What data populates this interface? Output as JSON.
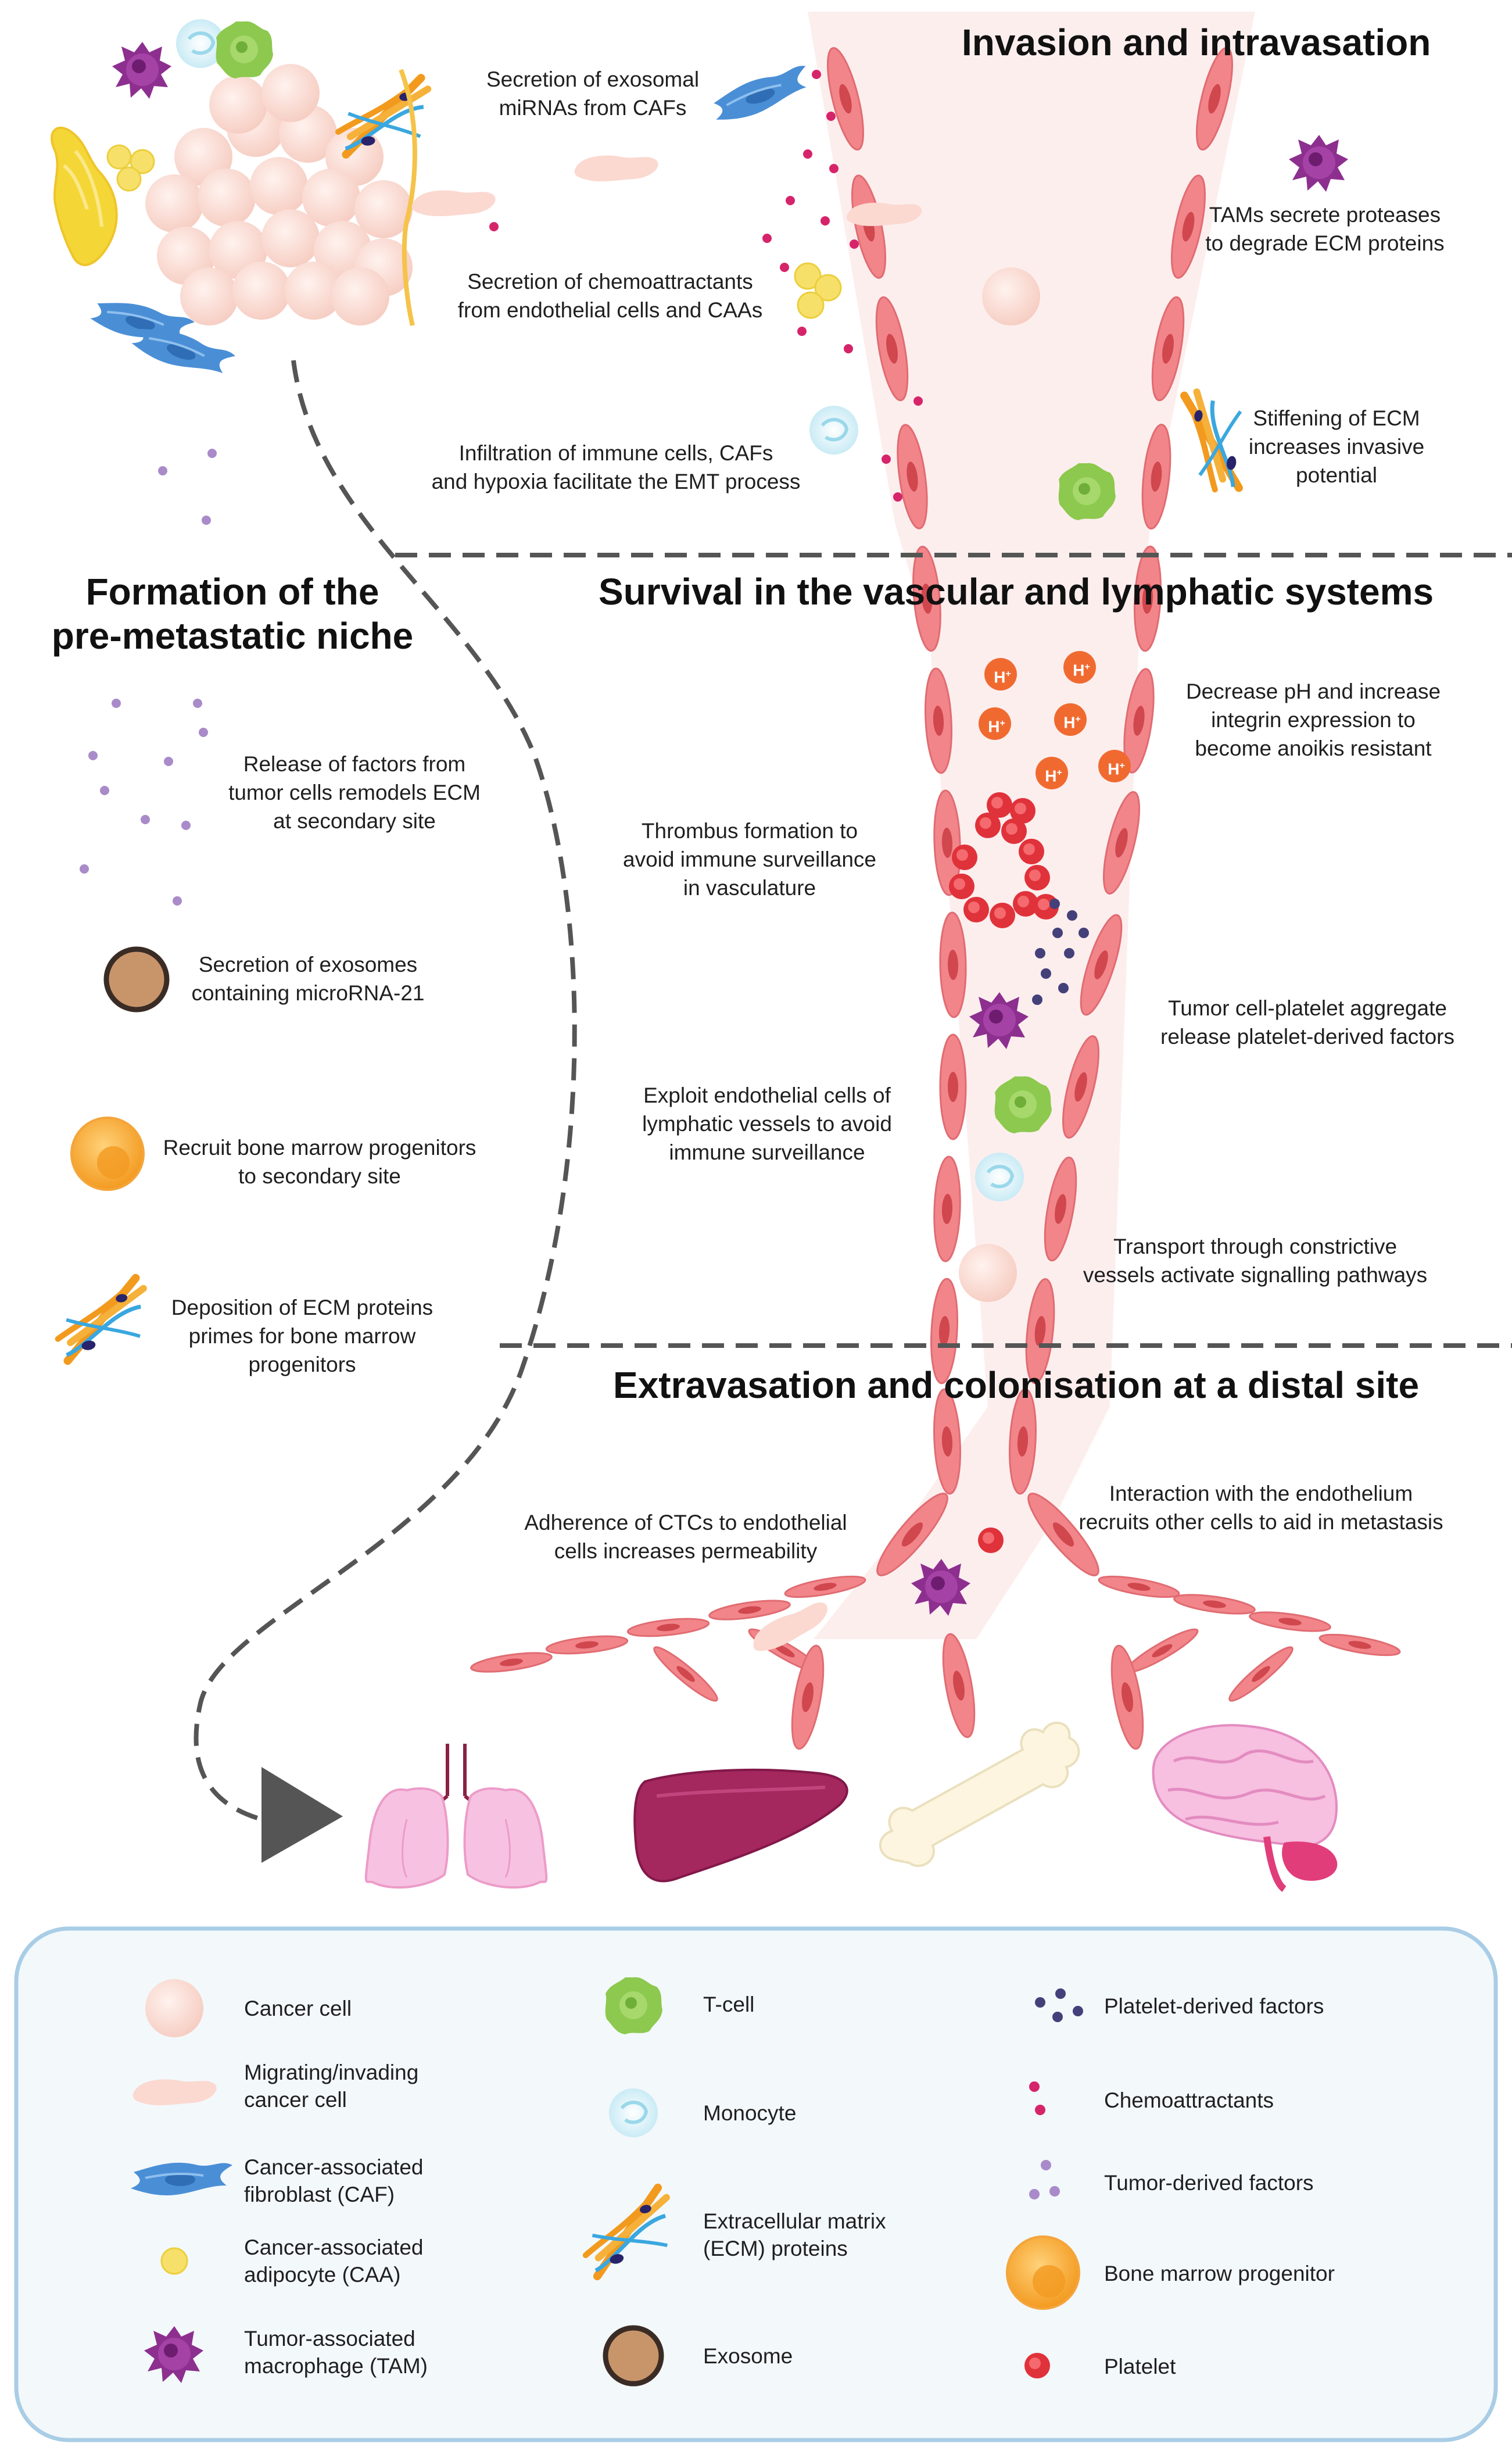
{
  "sections": {
    "invasion": {
      "title": "Invasion and intravasation",
      "labels": [
        "Secretion of exosomal\nmiRNAs from CAFs",
        "Secretion of chemoattractants\nfrom endothelial cells and CAAs",
        "Infiltration of immune cells, CAFs\nand hypoxia facilitate the EMT process",
        "TAMs secrete proteases\nto degrade ECM proteins",
        "Stiffening of ECM\nincreases invasive\npotential"
      ]
    },
    "survival": {
      "title": "Survival in the vascular and lymphatic systems",
      "labels": [
        "Decrease pH and increase\nintegrin expression to\nbecome anoikis resistant",
        "Thrombus formation to\navoid immune surveillance\nin vasculature",
        "Tumor cell-platelet aggregate\nrelease platelet-derived factors",
        "Exploit endothelial cells of\nlymphatic vessels to avoid\nimmune surveillance",
        "Transport through constrictive\nvessels activate signalling pathways"
      ],
      "proton_symbol": "H",
      "proton_charge": "+"
    },
    "extravasation": {
      "title": "Extravasation and colonisation at a distal site",
      "labels": [
        "Adherence of CTCs to endothelial\ncells increases permeability",
        "Interaction with the endothelium\nrecruits other cells to aid in metastasis"
      ]
    },
    "niche": {
      "title": "Formation of the\npre-metastatic niche",
      "labels": [
        "Release of factors from\ntumor cells remodels ECM\nat secondary site",
        "Secretion of exosomes\ncontaining microRNA-21",
        "Recruit bone marrow progenitors\nto secondary site",
        "Deposition of ECM proteins\nprimes for bone marrow\nprogenitors"
      ]
    }
  },
  "organs": [
    "lungs-icon",
    "liver-icon",
    "bone-icon",
    "brain-icon"
  ],
  "legend": {
    "col1": [
      {
        "icon": "cancer-cell-icon",
        "label": "Cancer cell"
      },
      {
        "icon": "migrating-cell-icon",
        "label": "Migrating/invading\ncancer cell"
      },
      {
        "icon": "caf-icon",
        "label": "Cancer-associated\nfibroblast (CAF)"
      },
      {
        "icon": "caa-icon",
        "label": "Cancer-associated\nadipocyte (CAA)"
      },
      {
        "icon": "tam-icon",
        "label": "Tumor-associated\nmacrophage (TAM)"
      }
    ],
    "col2": [
      {
        "icon": "t-cell-icon",
        "label": "T-cell"
      },
      {
        "icon": "monocyte-icon",
        "label": "Monocyte"
      },
      {
        "icon": "ecm-icon",
        "label": "Extracellular matrix\n(ECM) proteins"
      },
      {
        "icon": "exosome-icon",
        "label": "Exosome"
      }
    ],
    "col3": [
      {
        "icon": "platelet-factors-icon",
        "label": "Platelet-derived factors"
      },
      {
        "icon": "chemoattractants-icon",
        "label": "Chemoattractants"
      },
      {
        "icon": "tumor-factors-icon",
        "label": "Tumor-derived factors"
      },
      {
        "icon": "bone-marrow-progenitor-icon",
        "label": "Bone marrow progenitor"
      },
      {
        "icon": "platelet-icon",
        "label": "Platelet"
      }
    ]
  },
  "colors": {
    "vessel_fill": "#fdeeee",
    "endothelial": "#f2858a",
    "endothelial_nucleus": "#d0474e",
    "cancer_cell": "#fbd9d0",
    "caf": "#4a8fd6",
    "caa": "#f7e06a",
    "tam": "#8d2f8f",
    "t_cell": "#8cc94e",
    "monocyte": "#d7f1f8",
    "exosome": "#c8956a",
    "progenitor": "#f7a531",
    "platelet": "#e0323a",
    "chemoattractant": "#d6246a",
    "tumor_factor": "#a98bc9",
    "platelet_factor": "#44407a",
    "proton": "#f06a30",
    "dash": "#555555",
    "legend_border": "#a9cde6",
    "legend_bg": "#f3f8fb"
  }
}
